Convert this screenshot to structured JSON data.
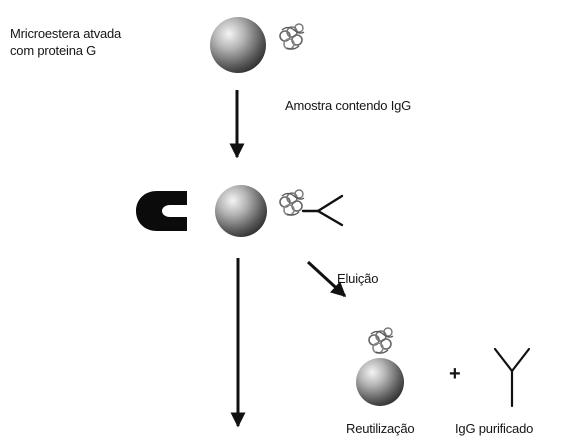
{
  "labels": {
    "bead_line1": "Mricroestera atvada",
    "bead_line2": "com proteina G",
    "sample": "Amostra contendo IgG",
    "elution": "Eluição",
    "reuse": "Reutilização",
    "purified": "IgG purificado",
    "plus": "+"
  },
  "icons": [
    "bead-icon",
    "protein-g-icon",
    "magnet-icon",
    "antibody-icon",
    "arrow-down-icon",
    "arrow-diagonal-icon",
    "plus-icon"
  ],
  "colors": {
    "ink": "#111111",
    "bead_light": "#f4f4f4",
    "bead_dark": "#2a2a2a",
    "magnet": "#0b0b0b"
  }
}
